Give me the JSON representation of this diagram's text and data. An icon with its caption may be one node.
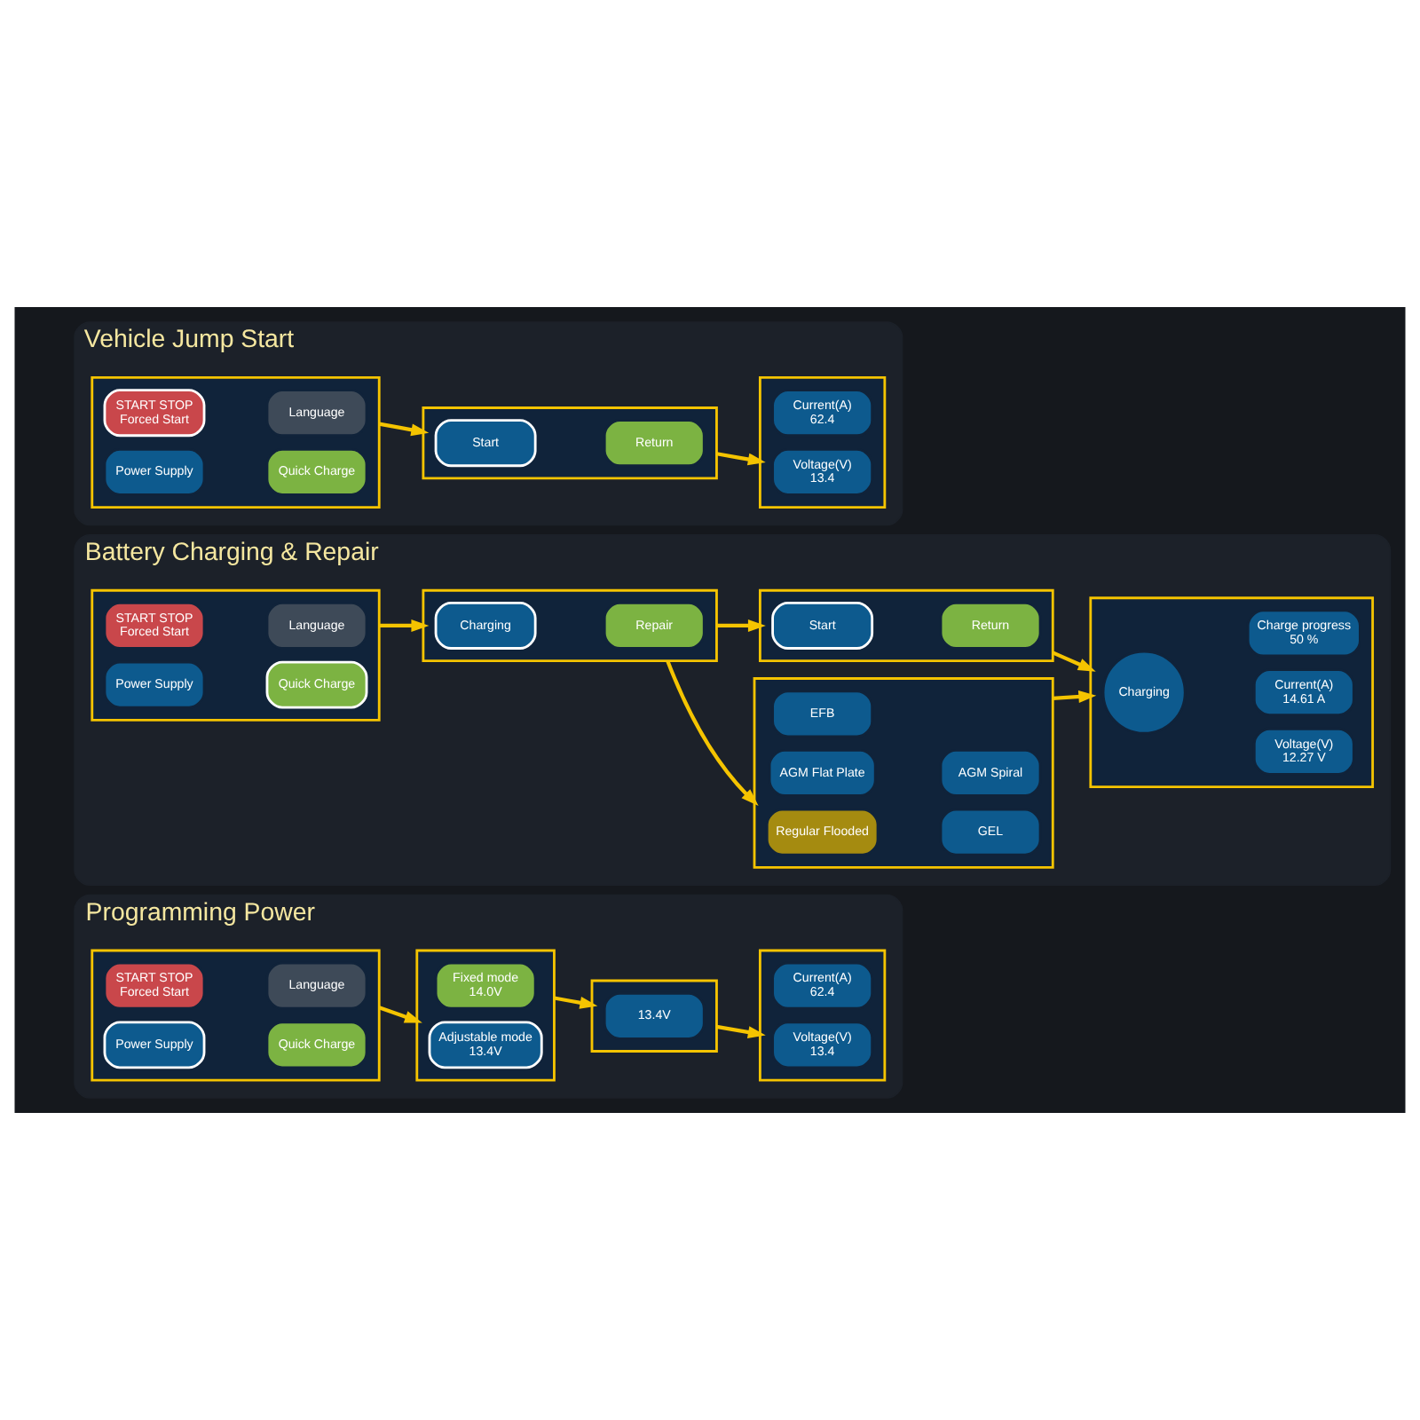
{
  "diagram": {
    "nodes": [
      {
        "text": [
          "Programming Power"
        ]
      },
      {
        "text": [],
        "shape": "box",
        "in": 0
      },
      {
        "text": [
          "Power Supply"
        ],
        "in": 1
      },
      {
        "text": [
          "Quick Charge"
        ],
        "in": 1
      },
      {
        "text": [
          "START STOP",
          "Forced Start"
        ],
        "in": 1
      },
      {
        "text": [
          "Language"
        ],
        "in": 1
      },
      {
        "text": [],
        "shape": "box",
        "in": 0
      },
      {
        "text": [
          "Adjustable mode",
          "13.4V"
        ],
        "in": 6
      },
      {
        "text": [
          "Fixed mode",
          "14.0V"
        ],
        "in": 6
      },
      {
        "text": [],
        "shape": "box",
        "in": 0
      },
      {
        "text": [
          "13.4V"
        ],
        "in": 9
      },
      {
        "text": [],
        "shape": "box",
        "in": 0
      },
      {
        "text": [
          "Voltage(V)",
          "13.4"
        ],
        "in": 11
      },
      {
        "text": [
          "Current(A)",
          "62.4"
        ],
        "in": 11
      },
      {
        "text": [
          "Battery Charging & Repair"
        ]
      },
      {
        "text": [],
        "shape": "box",
        "in": 14
      },
      {
        "text": [
          "Power Supply"
        ],
        "in": 15
      },
      {
        "text": [
          "Quick Charge"
        ],
        "in": 15
      },
      {
        "text": [
          "START STOP",
          "Forced Start"
        ],
        "in": 15
      },
      {
        "text": [
          "Language"
        ],
        "in": 15
      },
      {
        "text": [],
        "shape": "box",
        "in": 14
      },
      {
        "text": [
          "Charging"
        ],
        "in": 20
      },
      {
        "text": [
          "Repair"
        ],
        "in": 20
      },
      {
        "text": [],
        "shape": "box",
        "in": 14
      },
      {
        "text": [
          "Regular Flooded"
        ],
        "in": 23
      },
      {
        "text": [
          "GEL"
        ],
        "in": 23
      },
      {
        "text": [
          "AGM Flat Plate"
        ],
        "in": 23
      },
      {
        "text": [
          "AGM Spiral"
        ],
        "in": 23
      },
      {
        "text": [
          "EFB"
        ],
        "in": 23
      },
      {
        "text": [],
        "shape": "box",
        "in": 14
      },
      {
        "text": [
          "Start"
        ],
        "in": 29
      },
      {
        "text": [
          "Return"
        ],
        "in": 29
      },
      {
        "text": [],
        "shape": "box",
        "in": 14
      },
      {
        "text": [
          "Charging"
        ],
        "in": 32
      },
      {
        "text": [
          "Voltage(V)",
          "12.27 V"
        ],
        "in": 32
      },
      {
        "text": [
          "Current(A)",
          "14.61 A"
        ],
        "in": 32
      },
      {
        "text": [
          "Charge progress",
          "50 %"
        ],
        "in": 32
      },
      {
        "text": [
          "Vehicle Jump Start"
        ]
      },
      {
        "text": [],
        "shape": "box",
        "in": 37
      },
      {
        "text": [
          "Power Supply"
        ],
        "in": 38
      },
      {
        "text": [
          "Quick Charge"
        ],
        "in": 38
      },
      {
        "text": [
          "START STOP",
          "Forced Start"
        ],
        "in": 38
      },
      {
        "text": [
          "Language"
        ],
        "in": 38
      },
      {
        "text": [],
        "shape": "box",
        "in": 37
      },
      {
        "text": [
          "Start"
        ],
        "in": 43
      },
      {
        "text": [
          "Return"
        ],
        "in": 43
      },
      {
        "text": [],
        "shape": "box",
        "in": 37
      },
      {
        "text": [
          "Voltage(V)",
          "13.4"
        ],
        "in": 46
      },
      {
        "text": [
          "Current(A)",
          "62.4"
        ],
        "in": 46
      }
    ],
    "edges": [
      {
        "from": 1,
        "to": 6,
        "arrow": "to"
      },
      {
        "from": 6,
        "to": 9,
        "arrow": "to"
      },
      {
        "from": 9,
        "to": 11,
        "arrow": "to"
      },
      {
        "from": 15,
        "to": 20,
        "arrow": "to"
      },
      {
        "from": 20,
        "to": 23,
        "arrow": "to"
      },
      {
        "from": 20,
        "to": 29,
        "arrow": "to"
      },
      {
        "from": 23,
        "to": 32,
        "arrow": "to"
      },
      {
        "from": 29,
        "to": 32,
        "arrow": "to"
      },
      {
        "from": 38,
        "to": 43,
        "arrow": "to"
      },
      {
        "from": 43,
        "to": 46,
        "arrow": "to"
      }
    ]
  }
}
